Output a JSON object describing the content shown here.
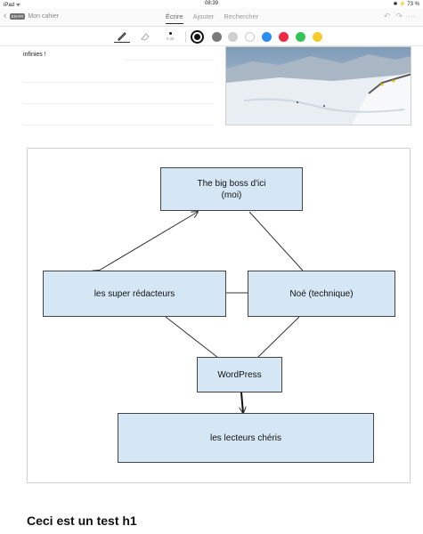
{
  "status_bar": {
    "device": "iPad ᯤ",
    "time": "08:39",
    "battery": "✱ ⚡ 73 %"
  },
  "nav": {
    "back_badge": "EN-FR",
    "back_label": "Mon cahier",
    "tabs": [
      "Écrire",
      "Ajouter",
      "Rechercher"
    ],
    "active_tab": "Écrire"
  },
  "toolbar": {
    "pen_size": "0.35",
    "colors": [
      "#111111",
      "#7a7a7a",
      "#cfcfcf",
      "#ffffff",
      "#2a8ef0",
      "#ee2a45",
      "#36c357",
      "#f4cd2c"
    ]
  },
  "note": {
    "text": "infinies !"
  },
  "diagram": {
    "nodes": {
      "boss_line1": "The big boss d'ici",
      "boss_line2": "(moi)",
      "redacteurs": "les super rédacteurs",
      "noe": "Noé (technique)",
      "wordpress": "WordPress",
      "lecteurs": "les lecteurs chéris"
    },
    "fill_color": "#d5e7f5"
  },
  "heading": "Ceci est un test h1"
}
